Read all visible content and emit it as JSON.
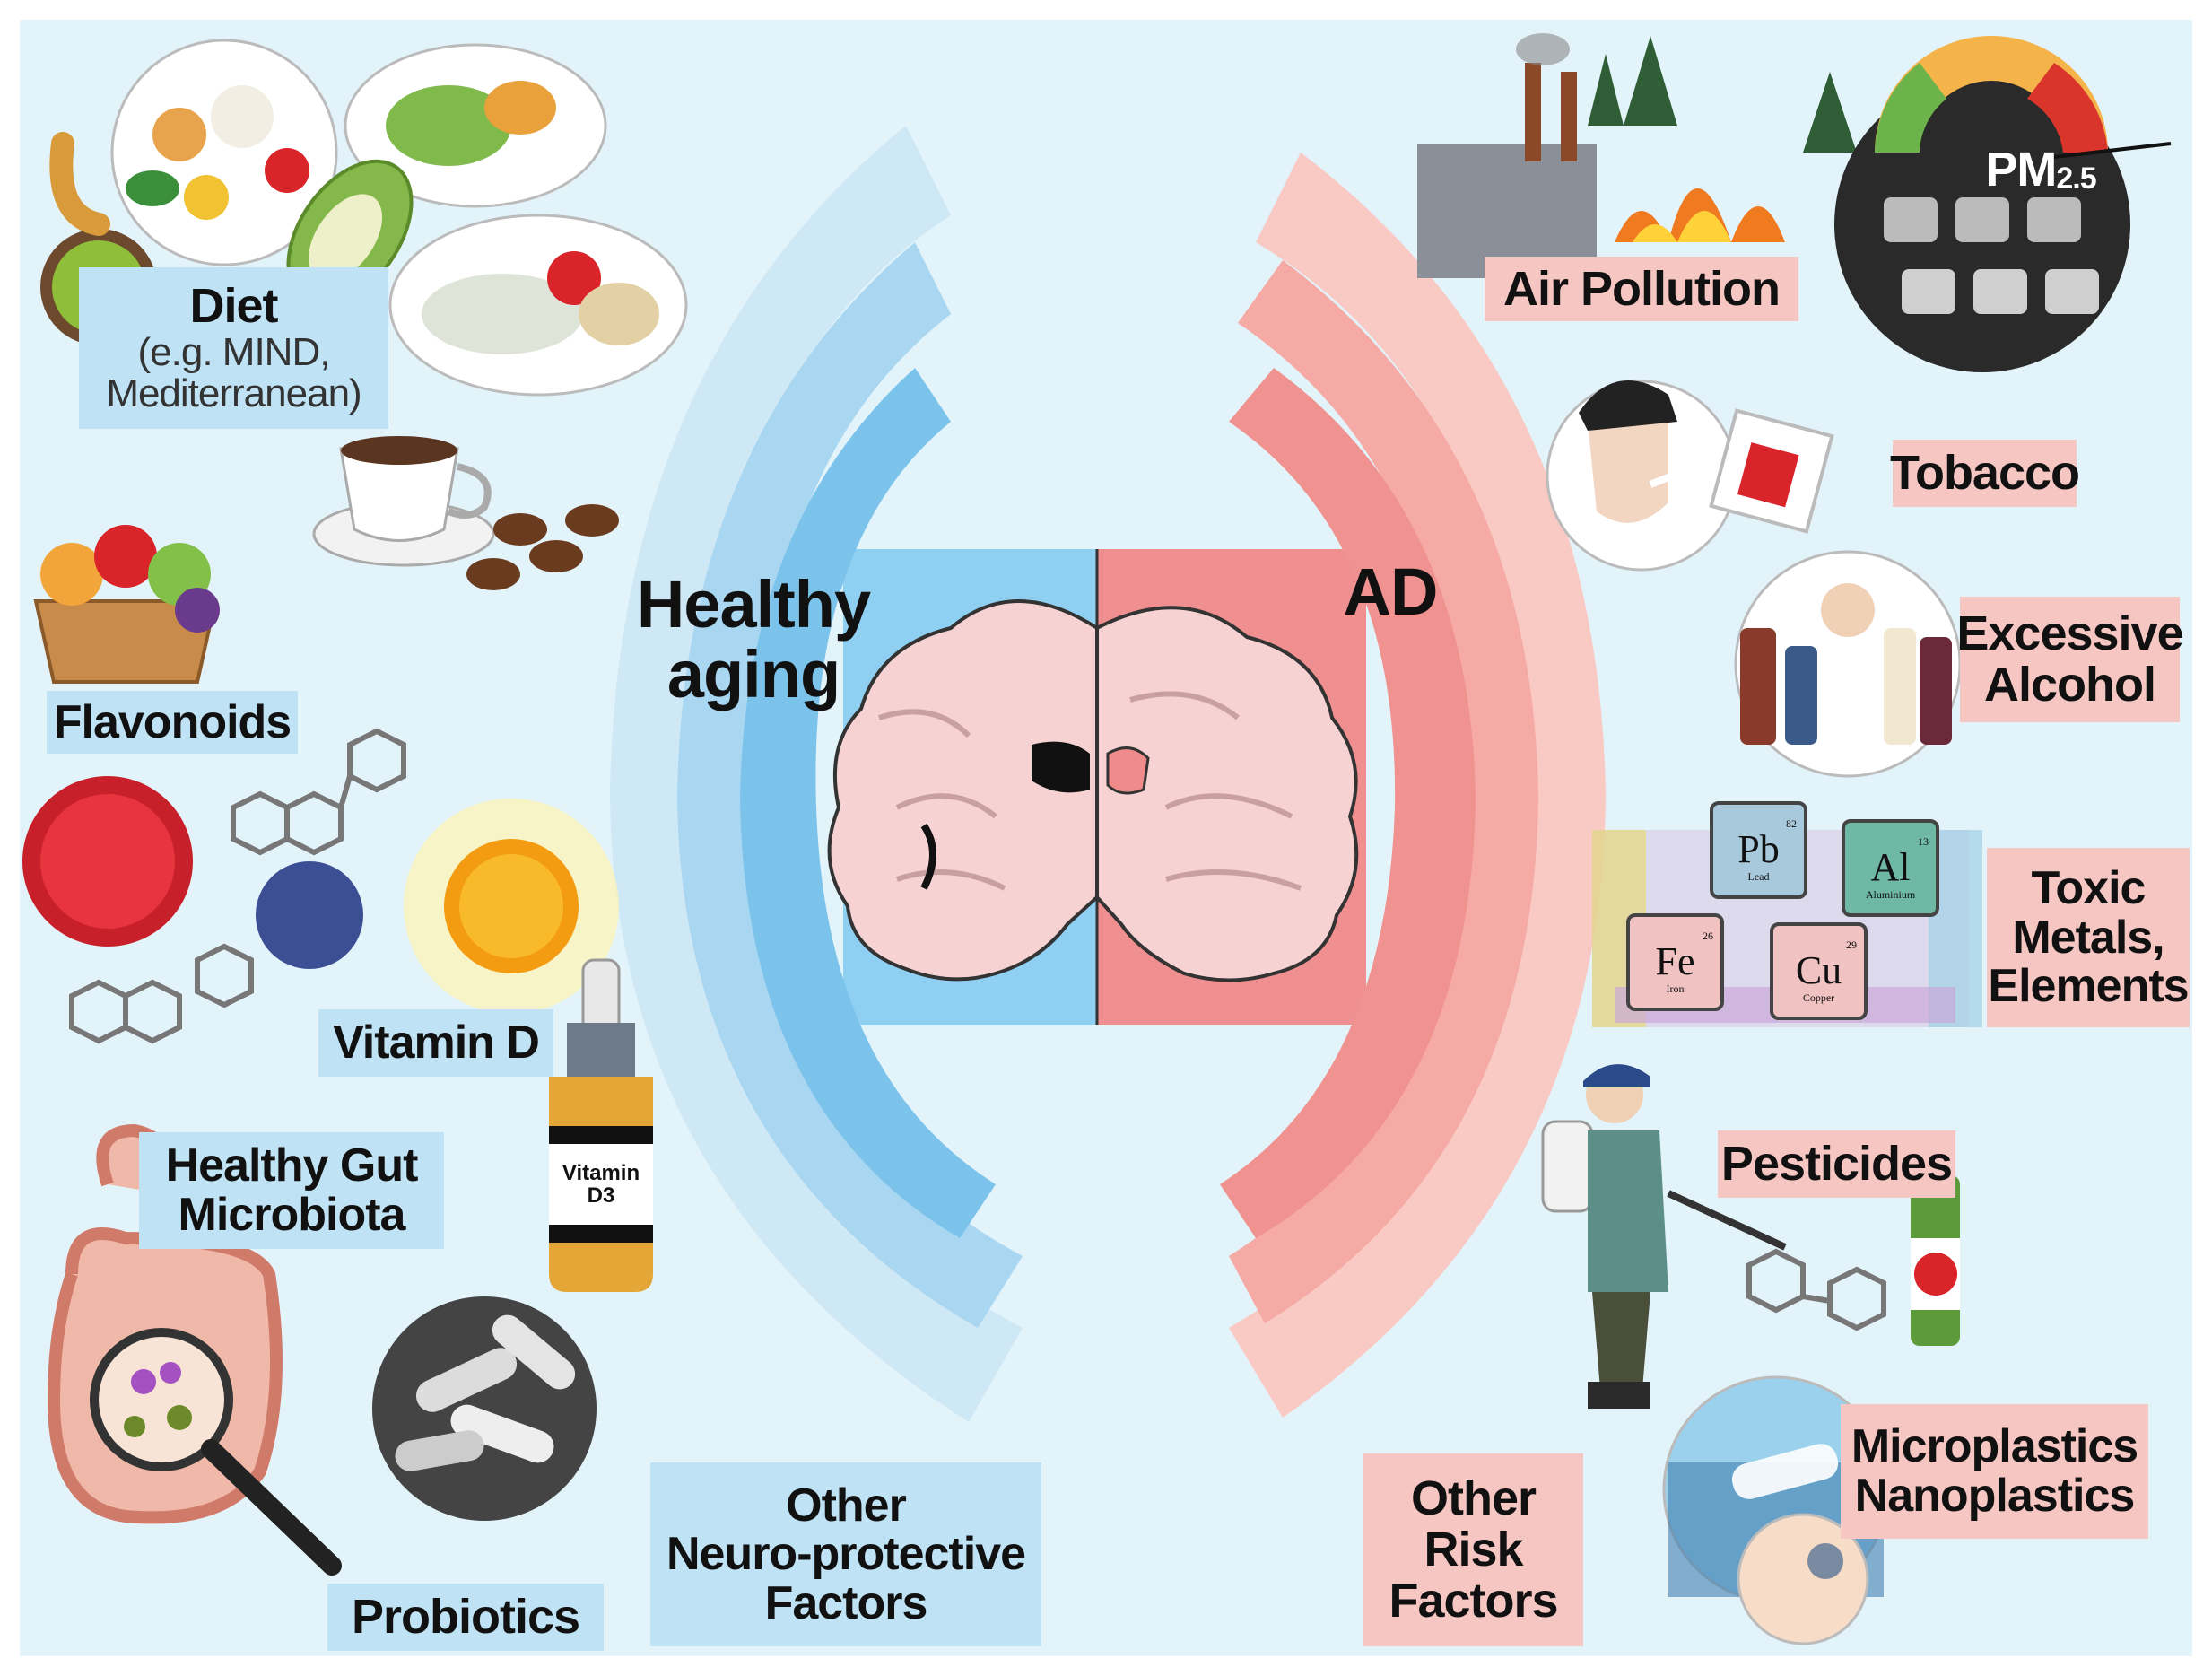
{
  "center": {
    "left_label": [
      "Healthy",
      "aging"
    ],
    "right_label": "AD"
  },
  "protective": {
    "diet": {
      "title": "Diet",
      "detail": [
        "(e.g. MIND,",
        "Mediterranean)"
      ]
    },
    "flavonoids": "Flavonoids",
    "vitamin_d": "Vitamin D",
    "vitamin_bottle": [
      "Vitamin",
      "D3"
    ],
    "gut": [
      "Healthy Gut",
      "Microbiota"
    ],
    "probiotics": "Probiotics",
    "other": [
      "Other",
      "Neuro-protective",
      "Factors"
    ]
  },
  "risk": {
    "air_pollution": "Air Pollution",
    "pm": {
      "main": "PM",
      "sub": "2.5"
    },
    "tobacco": "Tobacco",
    "alcohol": [
      "Excessive",
      "Alcohol"
    ],
    "metals": [
      "Toxic",
      "Metals,",
      "Elements"
    ],
    "elements": [
      {
        "symbol": "Pb",
        "number": "82",
        "name": "Lead"
      },
      {
        "symbol": "Al",
        "number": "13",
        "name": "Aluminium"
      },
      {
        "symbol": "Fe",
        "number": "26",
        "name": "Iron"
      },
      {
        "symbol": "Cu",
        "number": "29",
        "name": "Copper"
      }
    ],
    "pesticides": "Pesticides",
    "plastics": [
      "Microplastics",
      "Nanoplastics"
    ],
    "other": [
      "Other",
      "Risk",
      "Factors"
    ]
  },
  "colors": {
    "background": "#e3f3fa",
    "blue_band_light": "#cfe8f6",
    "blue_band_mid": "#a9d6f1",
    "blue_band_dark": "#7cc3ec",
    "pink_band_light": "#f9c9c3",
    "pink_band_mid": "#f5aaa5",
    "pink_band_dark": "#f0928f",
    "label_blue": "#bfe2f4",
    "label_pink": "#f6c6c2"
  }
}
